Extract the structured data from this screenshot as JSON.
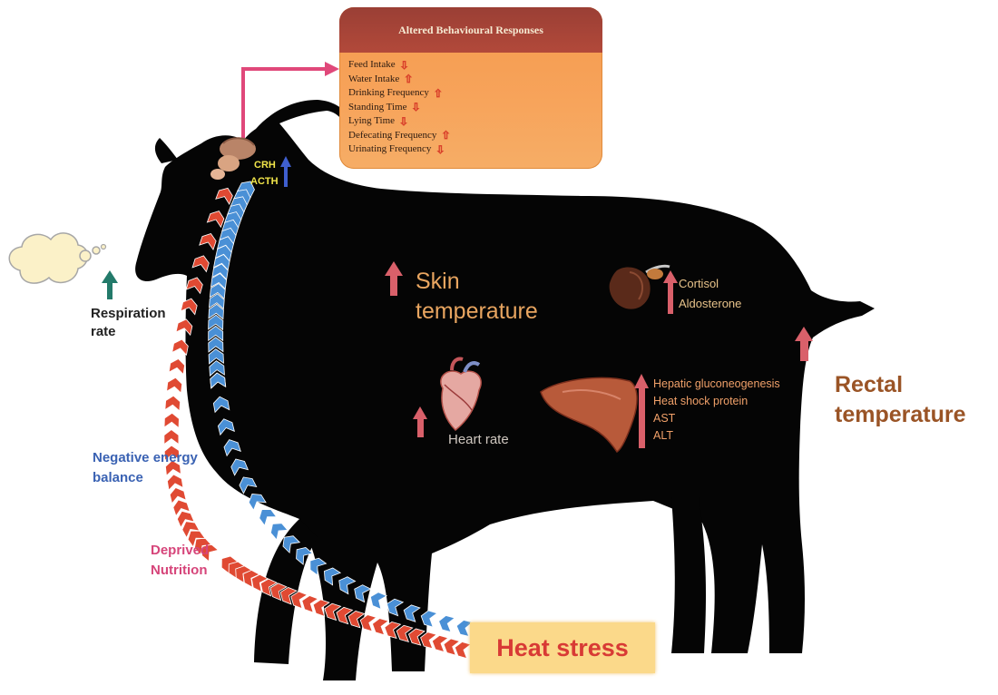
{
  "behaviour_box": {
    "title": "Altered Behavioural Responses",
    "items": [
      {
        "label": "Feed Intake",
        "direction": "down"
      },
      {
        "label": "Water Intake",
        "direction": "up"
      },
      {
        "label": "Drinking Frequency",
        "direction": "up"
      },
      {
        "label": "Standing Time",
        "direction": "down"
      },
      {
        "label": "Lying Time",
        "direction": "down"
      },
      {
        "label": "Defecating Frequency",
        "direction": "up"
      },
      {
        "label": "Urinating Frequency",
        "direction": "down"
      }
    ]
  },
  "hormones": {
    "crh": "CRH",
    "acth": "ACTH"
  },
  "respiration": {
    "line1": "Respiration",
    "line2": "rate"
  },
  "skin": {
    "line1": "Skin",
    "line2": "temperature"
  },
  "adrenal": {
    "cortisol": "Cortisol",
    "aldosterone": "Aldosterone"
  },
  "rectal": {
    "line1": "Rectal",
    "line2": "temperature"
  },
  "heart": {
    "label": "Heart rate"
  },
  "liver": {
    "items": [
      "Hepatic gluconeogenesis",
      "Heat shock protein",
      "AST",
      "ALT"
    ]
  },
  "energy": {
    "line1": "Negative energy",
    "line2": "balance"
  },
  "nutrition": {
    "line1": "Deprived",
    "line2": "Nutrition"
  },
  "heat_stress": {
    "label": "Heat stress"
  },
  "colors": {
    "goat": "#050505",
    "box_header": "#a5443a",
    "box_body": "#f7a35a",
    "heat_stress_bg": "#fbd98a",
    "heat_stress_text": "#d83a35",
    "up_arrow": "#d9606a",
    "respiration_arrow": "#237a6a",
    "blue_chevron": "#4a90d6",
    "red_chevron": "#e04a33",
    "energy_text": "#3a62b3",
    "nutrition_text": "#d6457a",
    "skin_text": "#e8a560",
    "rectal_text": "#9a5426"
  }
}
